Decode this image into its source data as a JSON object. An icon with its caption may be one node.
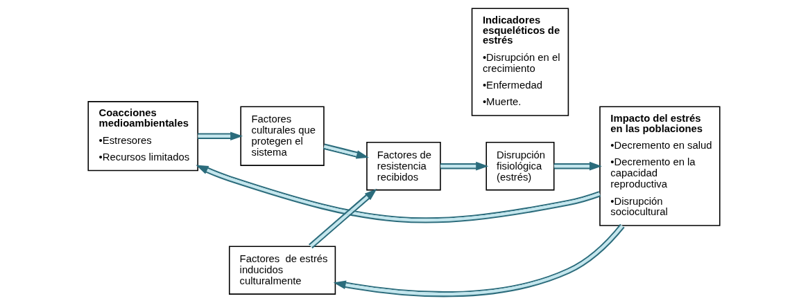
{
  "diagram": {
    "nodes": [
      {
        "text": [
          "Coacciones medioambientales",
          "•Estresores",
          "•Recursos limitados"
        ]
      },
      {
        "text": [
          "Factores culturales que protegen el sistema"
        ]
      },
      {
        "text": [
          "Factores de resistencia recibidos"
        ]
      },
      {
        "text": [
          "Disrupción fisiológica (estrés)"
        ]
      },
      {
        "text": [
          "Impacto del estrés en las poblaciones",
          "•Decremento en salud",
          "•Decremento en la capacidad reproductiva",
          "•Disrupción sociocultural"
        ]
      },
      {
        "text": [
          "Factores  de estrés inducidos culturalmente"
        ]
      },
      {
        "text": [
          "Indicadores esqueléticos de estrés",
          "•Disrupción en el crecimiento",
          "•Enfermedad",
          "•Muerte."
        ]
      }
    ],
    "edges": [
      {
        "from": 0,
        "to": 1,
        "arrow": "to"
      },
      {
        "from": 1,
        "to": 2,
        "arrow": "to"
      },
      {
        "from": 2,
        "to": 3,
        "arrow": "to"
      },
      {
        "from": 3,
        "to": 4,
        "arrow": "to"
      },
      {
        "from": 5,
        "to": 2,
        "arrow": "to"
      },
      {
        "from": 4,
        "to": 0,
        "arrow": "to"
      },
      {
        "from": 4,
        "to": 5,
        "arrow": "to"
      }
    ]
  }
}
